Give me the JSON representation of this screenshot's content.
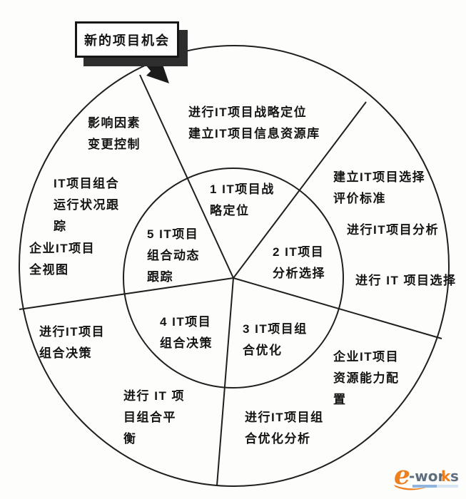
{
  "callout": {
    "label": "新的项目机会"
  },
  "outer_ring": {
    "strategy": [
      "进行IT项目战略定位",
      "建立IT项目信息资源库"
    ],
    "influence": [
      "影响因素",
      "变更控制"
    ],
    "tracking": [
      "IT项目组合",
      "运行状况跟",
      "踪"
    ],
    "fullview": [
      "企业IT项目",
      "全视图"
    ],
    "criteria": [
      "建立IT项目选择",
      "评价标准"
    ],
    "analysis": [
      "进行IT项目分析"
    ],
    "selection": [
      "进行 IT 项目选择"
    ],
    "resource": [
      "企业IT项目",
      "资源能力配",
      "置"
    ],
    "opt_analysis": [
      "进行IT项目组",
      "合优化分析"
    ],
    "balance": [
      "进行 IT 项",
      "目组合平",
      "衡"
    ],
    "decision": [
      "进行IT项目",
      "组合决策"
    ]
  },
  "inner_circle": {
    "phase1": [
      "1 IT项目战",
      "略定位"
    ],
    "phase2": [
      "2 IT项目",
      "分析选择"
    ],
    "phase3": [
      "3 IT项目组",
      "合优化"
    ],
    "phase4": [
      "4 IT项目",
      "组合决策"
    ],
    "phase5": [
      "5 IT项目",
      "组合动态",
      "跟踪"
    ]
  },
  "logo": {
    "e": "e",
    "wor": "-wor",
    "k": "k",
    "s": "s"
  },
  "colors": {
    "line": "#1f1f1f",
    "text": "#141414",
    "callout_shadow": "#2e2e2e",
    "logo_orange": "#ee7f1f",
    "logo_slate": "#5d6e7e",
    "logo_bar_blue": "#8fb4e0"
  }
}
